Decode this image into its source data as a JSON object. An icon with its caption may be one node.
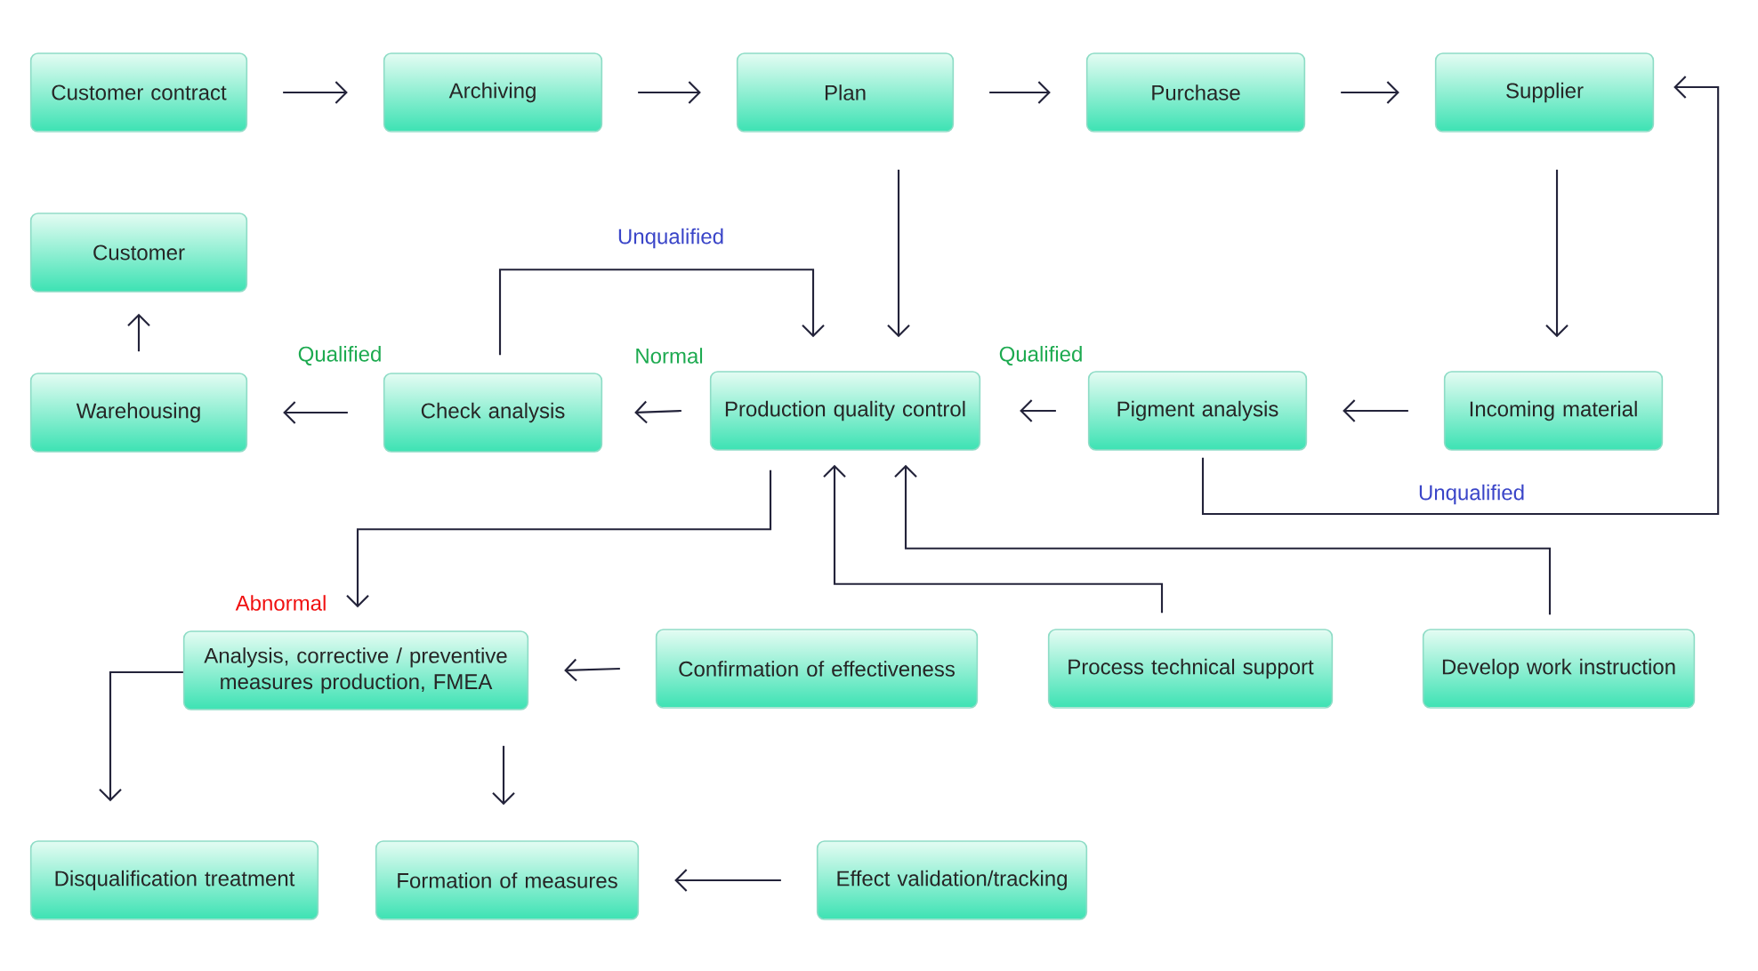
{
  "diagram": {
    "nodes": [
      {
        "text": [
          "Customer contract"
        ]
      },
      {
        "text": [
          "Archiving"
        ]
      },
      {
        "text": [
          "Plan"
        ]
      },
      {
        "text": [
          "Purchase"
        ]
      },
      {
        "text": [
          "Supplier"
        ]
      },
      {
        "text": [
          "Customer"
        ]
      },
      {
        "text": [
          "Warehousing"
        ]
      },
      {
        "text": [
          "Check analysis"
        ]
      },
      {
        "text": [
          "Production quality control"
        ]
      },
      {
        "text": [
          "Pigment analysis"
        ]
      },
      {
        "text": [
          "Incoming material"
        ]
      },
      {
        "text": [
          "Analysis, corrective / preventive measures production, FMEA"
        ]
      },
      {
        "text": [
          "Confirmation of effectiveness"
        ]
      },
      {
        "text": [
          "Process technical support"
        ]
      },
      {
        "text": [
          "Develop work instruction"
        ]
      },
      {
        "text": [
          "Disqualification treatment"
        ]
      },
      {
        "text": [
          "Formation of measures"
        ]
      },
      {
        "text": [
          "Effect validation/tracking"
        ]
      }
    ],
    "edges": [
      {
        "from": 0,
        "to": 1,
        "arrow": "to"
      },
      {
        "from": 1,
        "to": 2,
        "arrow": "to"
      },
      {
        "from": 2,
        "to": 3,
        "arrow": "to"
      },
      {
        "from": 3,
        "to": 4,
        "arrow": "to"
      },
      {
        "from": 2,
        "to": 8,
        "arrow": "to"
      },
      {
        "from": 4,
        "to": 10,
        "arrow": "to"
      },
      {
        "from": 10,
        "to": 9,
        "arrow": "to"
      },
      {
        "from": 9,
        "to": 8,
        "arrow": "to",
        "label": "Qualified"
      },
      {
        "from": 8,
        "to": 7,
        "arrow": "to",
        "label": "Normal"
      },
      {
        "from": 7,
        "to": 6,
        "arrow": "to",
        "label": "Qualified"
      },
      {
        "from": 6,
        "to": 5,
        "arrow": "to"
      },
      {
        "from": 7,
        "to": 8,
        "arrow": "to",
        "label": "Unqualified"
      },
      {
        "from": 9,
        "to": 4,
        "arrow": "to",
        "label": "Unqualified"
      },
      {
        "from": 8,
        "to": 11,
        "arrow": "to",
        "label": "Abnormal"
      },
      {
        "from": 12,
        "to": 11,
        "arrow": "to"
      },
      {
        "from": 13,
        "to": 8,
        "arrow": "to"
      },
      {
        "from": 14,
        "to": 8,
        "arrow": "to"
      },
      {
        "from": 11,
        "to": 15,
        "arrow": "to"
      },
      {
        "from": 11,
        "to": 16,
        "arrow": "to"
      },
      {
        "from": 17,
        "to": 16,
        "arrow": "to"
      }
    ]
  }
}
